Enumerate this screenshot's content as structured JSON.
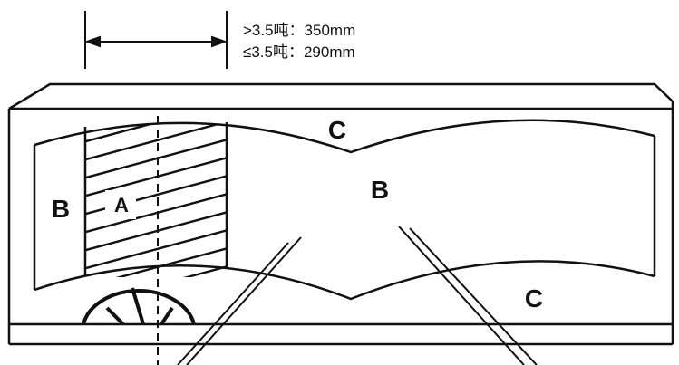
{
  "dimension": {
    "line1": ">3.5吨：350mm",
    "line2": "≤3.5吨：290mm"
  },
  "labels": {
    "a_zone": "A",
    "b_left": "B",
    "b_center": "B",
    "c_top": "C",
    "c_bottom": "C"
  },
  "colors": {
    "stroke": "#111111",
    "background": "#ffffff"
  }
}
